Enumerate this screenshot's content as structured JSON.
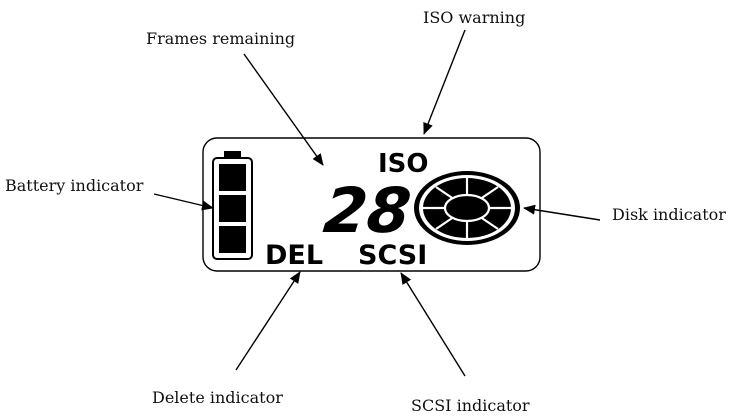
{
  "callouts": {
    "frames_remaining": "Frames remaining",
    "iso_warning": "ISO warning",
    "battery_indicator": "Battery indicator",
    "disk_indicator": "Disk indicator",
    "delete_indicator": "Delete indicator",
    "scsi_indicator": "SCSI indicator"
  },
  "lcd": {
    "iso_label": "ISO",
    "frames_count": "28",
    "del_label": "DEL",
    "scsi_label": "SCSI"
  },
  "colors": {
    "ink": "#000000",
    "background": "#ffffff"
  }
}
